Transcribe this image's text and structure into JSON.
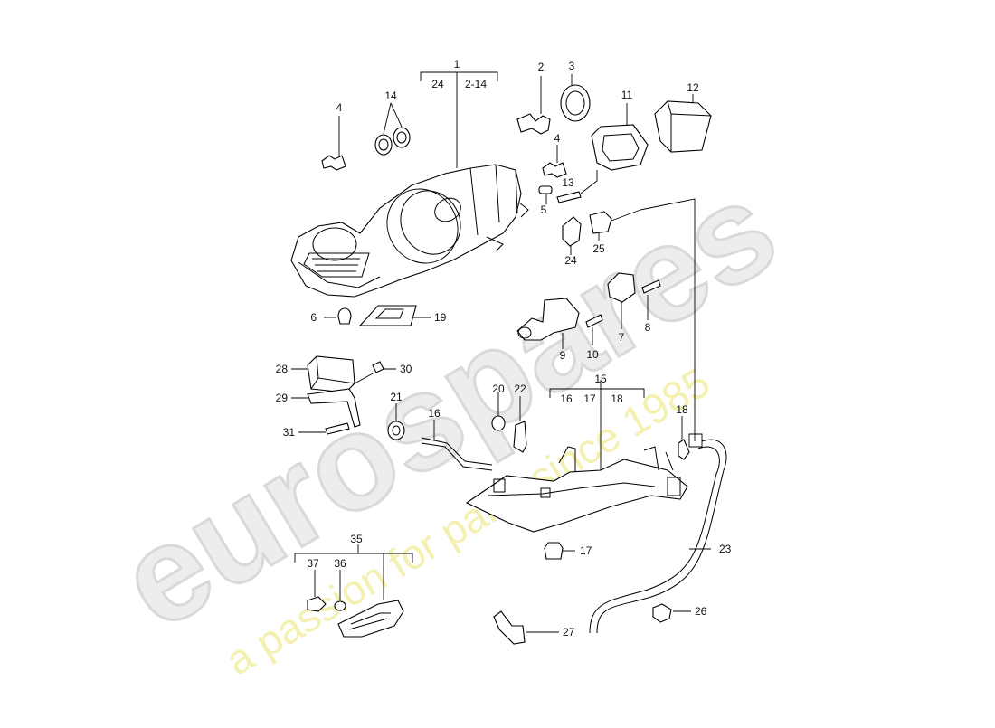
{
  "watermark": {
    "brand": "eurospares",
    "tagline": "a passion for parts since 1985",
    "brand_color": "#e6e6e6",
    "tagline_color": "#f2eea0"
  },
  "callouts": {
    "c1": "1",
    "c1_sub_a": "24",
    "c1_sub_b": "2-14",
    "c2": "2",
    "c3": "3",
    "c4a": "4",
    "c4b": "4",
    "c5": "5",
    "c6": "6",
    "c7": "7",
    "c8": "8",
    "c9": "9",
    "c10": "10",
    "c11": "11",
    "c12": "12",
    "c13": "13",
    "c14": "14",
    "c15": "15",
    "c15_sub_a": "16",
    "c15_sub_b": "17",
    "c15_sub_c": "18",
    "c16": "16",
    "c17": "17",
    "c18": "18",
    "c19": "19",
    "c20": "20",
    "c21": "21",
    "c22": "22",
    "c23": "23",
    "c24": "24",
    "c25": "25",
    "c26": "26",
    "c27": "27",
    "c28": "28",
    "c29": "29",
    "c30": "30",
    "c31": "31",
    "c35": "35",
    "c36": "36",
    "c37": "37"
  }
}
